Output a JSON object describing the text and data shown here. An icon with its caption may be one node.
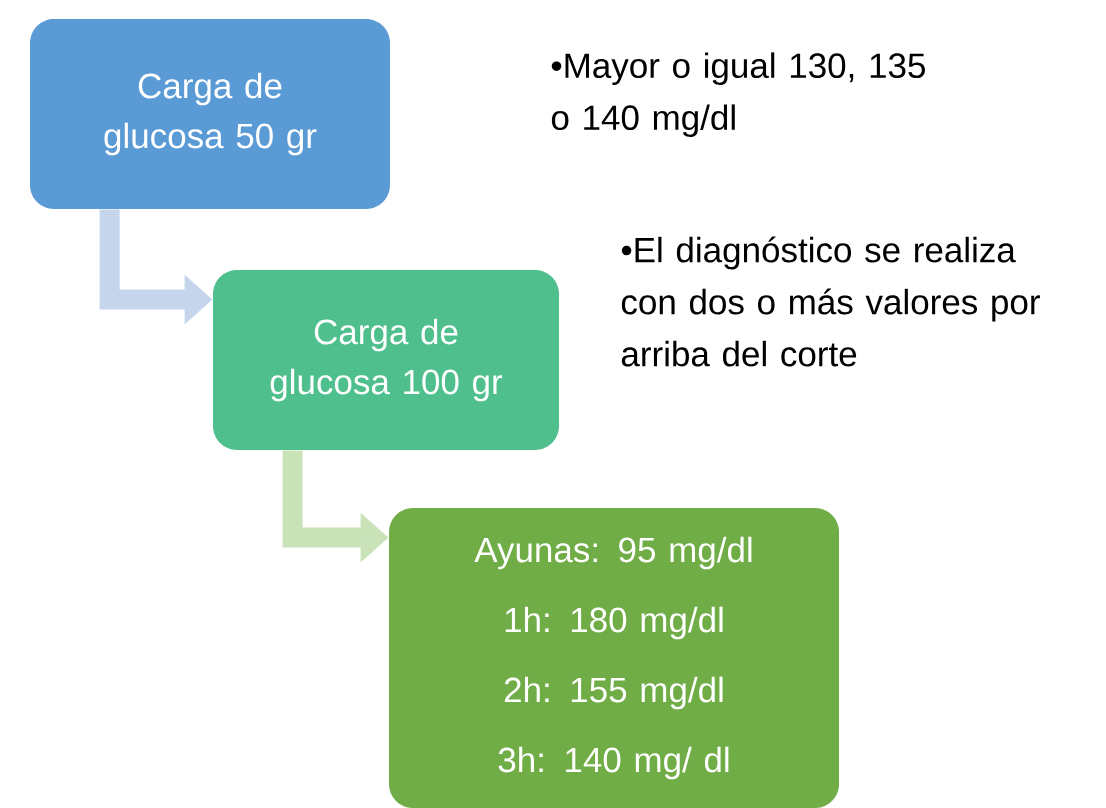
{
  "diagram": {
    "nodes": [
      {
        "text": [
          "Carga de glucosa 50 gr"
        ]
      },
      {
        "text": [
          "Carga de glucosa 100 gr"
        ]
      },
      {
        "text": [
          "Ayunas: 95 mg/dl",
          "1h: 180 mg/dl",
          "2h: 155 mg/dl",
          "3h: 140 mg/ dl"
        ]
      }
    ],
    "edges": [
      {
        "from": 0,
        "to": 1,
        "arrow": "to",
        "color": "#c5d6ec"
      },
      {
        "from": 1,
        "to": 2,
        "arrow": "to",
        "color": "#c9e2b8"
      }
    ],
    "labels": [
      "•Mayor o igual 130, 135 o 140 mg/dl",
      "•El diagnóstico se realiza con dos o más valores por arriba del corte"
    ]
  }
}
